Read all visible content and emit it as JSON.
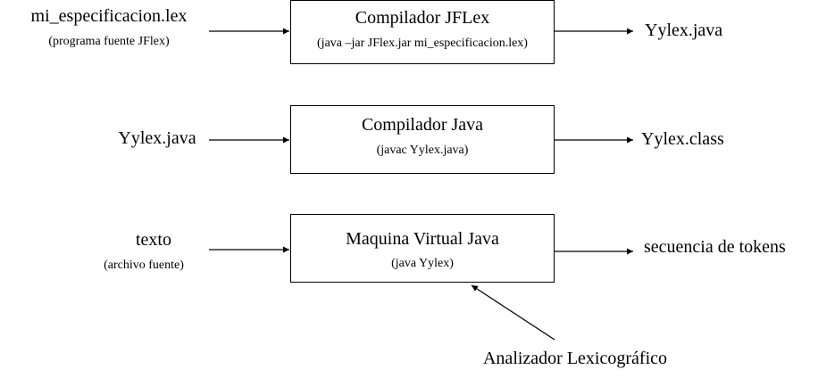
{
  "rows": [
    {
      "input": {
        "title": "mi_especificacion.lex",
        "note": "(programa fuente JFlex)"
      },
      "box": {
        "title": "Compilador JFLex",
        "command": "(java –jar JFlex.jar mi_especificacion.lex)"
      },
      "output": "Yylex.java"
    },
    {
      "input": {
        "title": "Yylex.java"
      },
      "box": {
        "title": "Compilador Java",
        "command": "(javac Yylex.java)"
      },
      "output": "Yylex.class"
    },
    {
      "input": {
        "title": "texto",
        "note": "(archivo fuente)"
      },
      "box": {
        "title": "Maquina Virtual Java",
        "command": "(java Yylex)"
      },
      "output": "secuencia de tokens"
    }
  ],
  "feeder": "Analizador Lexicográfico"
}
